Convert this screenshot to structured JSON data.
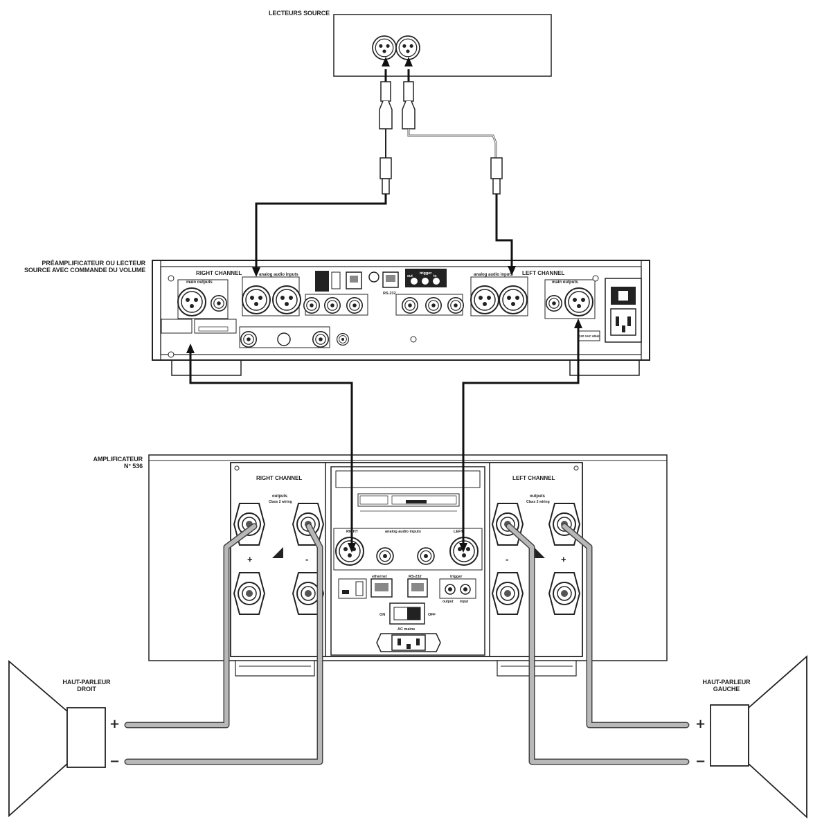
{
  "labels": {
    "source_players": "LECTEURS SOURCE",
    "preamp_line1": "PRÉAMPLIFICATEUR OU LECTEUR",
    "preamp_line2": "SOURCE AVEC COMMANDE DU VOLUME",
    "amp_line1": "AMPLIFICATEUR",
    "amp_line2": "N° 536",
    "speaker_right_line1": "HAUT-PARLEUR",
    "speaker_right_line2": "DROIT",
    "speaker_left_line1": "HAUT-PARLEUR",
    "speaker_left_line2": "GAUCHE"
  },
  "preamp": {
    "right_channel": "RIGHT CHANNEL",
    "left_channel": "LEFT CHANNEL",
    "main_outputs_right": "main outputs",
    "main_outputs_left": "main outputs",
    "analog_inputs_right": "analog audio inputs",
    "analog_inputs_left": "analog audio inputs",
    "trigger": "trigger",
    "trigger_out": "out",
    "trigger_in": "in",
    "rs232": "RS-232",
    "voltage": "120 VAC 60Hz"
  },
  "amp": {
    "right_channel": "RIGHT CHANNEL",
    "left_channel": "LEFT CHANNEL",
    "outputs_right": "outputs",
    "outputs_right_sub": "Class 2 wiring",
    "outputs_left": "outputs",
    "outputs_left_sub": "Class 2 wiring",
    "analog_inputs": "analog audio inputs",
    "right": "RIGHT",
    "left": "LEFT",
    "ethernet": "ethernet",
    "rs232": "RS-232",
    "trigger": "trigger",
    "trigger_output": "output",
    "trigger_input": "input",
    "on": "ON",
    "off": "OFF",
    "ac_mains": "AC mains",
    "plus_right": "+",
    "minus_right": "-",
    "minus_left": "-",
    "plus_left": "+"
  },
  "speakers": {
    "right_plus": "+",
    "right_minus": "−",
    "left_plus": "+",
    "left_minus": "−"
  },
  "colors": {
    "cable": "#111111",
    "speaker_wire_outline": "#444444",
    "speaker_wire_fill": "#b8b8b8",
    "line": "#222222"
  }
}
